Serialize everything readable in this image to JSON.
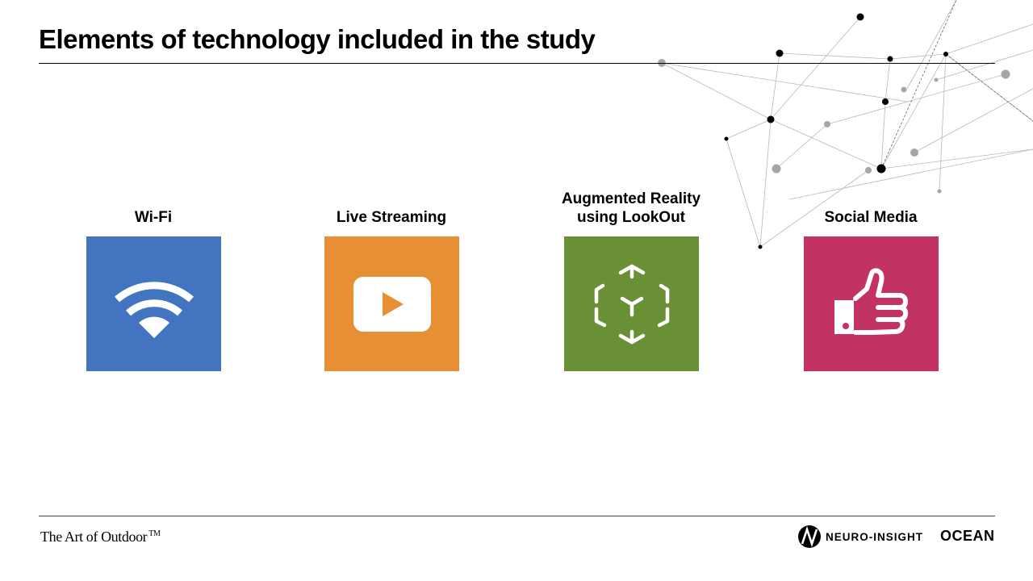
{
  "title": "Elements of technology included in the study",
  "tiles": [
    {
      "label": "Wi-Fi",
      "icon": "wifi-icon",
      "color": "#4274BF"
    },
    {
      "label": "Live Streaming",
      "icon": "play-video-icon",
      "color": "#E78F35"
    },
    {
      "label_line1": "Augmented Reality",
      "label_line2": "using LookOut",
      "icon": "ar-cube-icon",
      "color": "#6A9035"
    },
    {
      "label": "Social Media",
      "icon": "thumbs-up-icon",
      "color": "#C23362"
    }
  ],
  "footer": {
    "tagline": "The Art of Outdoor",
    "trademark": "TM",
    "partner_logo": "NEURO-INSIGHT",
    "brand": "OCEAN"
  }
}
